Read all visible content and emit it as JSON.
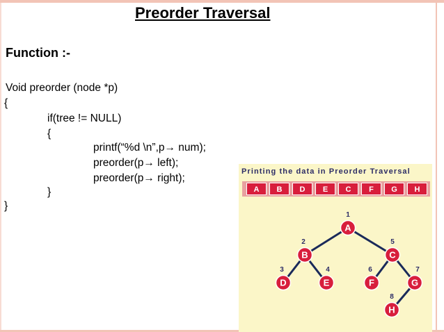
{
  "slide": {
    "title": "Preorder Traversal",
    "function_heading": "Function :-",
    "code_lines": [
      "Void preorder (node *p)",
      "{",
      "if(tree != NULL)",
      "{",
      "printf(“%d \\n”,p→ num);",
      "preorder(p→ left);",
      "preorder(p→ right);",
      "}",
      "}"
    ]
  },
  "figure": {
    "title": "Printing the data in Preorder Traversal",
    "sequence": [
      "A",
      "B",
      "D",
      "E",
      "C",
      "F",
      "G",
      "H"
    ],
    "nodes": [
      {
        "label": "A",
        "order": "1"
      },
      {
        "label": "B",
        "order": "2"
      },
      {
        "label": "C",
        "order": "5"
      },
      {
        "label": "D",
        "order": "3"
      },
      {
        "label": "E",
        "order": "4"
      },
      {
        "label": "F",
        "order": "6"
      },
      {
        "label": "G",
        "order": "7"
      },
      {
        "label": "H",
        "order": "8"
      }
    ],
    "edges": [
      [
        "A",
        "B"
      ],
      [
        "A",
        "C"
      ],
      [
        "B",
        "D"
      ],
      [
        "B",
        "E"
      ],
      [
        "C",
        "F"
      ],
      [
        "C",
        "G"
      ],
      [
        "G",
        "H"
      ]
    ],
    "colors": {
      "node_fill": "#d81e3c",
      "node_text": "#ffffff",
      "edge": "#1a2a5a",
      "order_text": "#2c2c66",
      "panel_bg": "#fbf6c8"
    }
  }
}
